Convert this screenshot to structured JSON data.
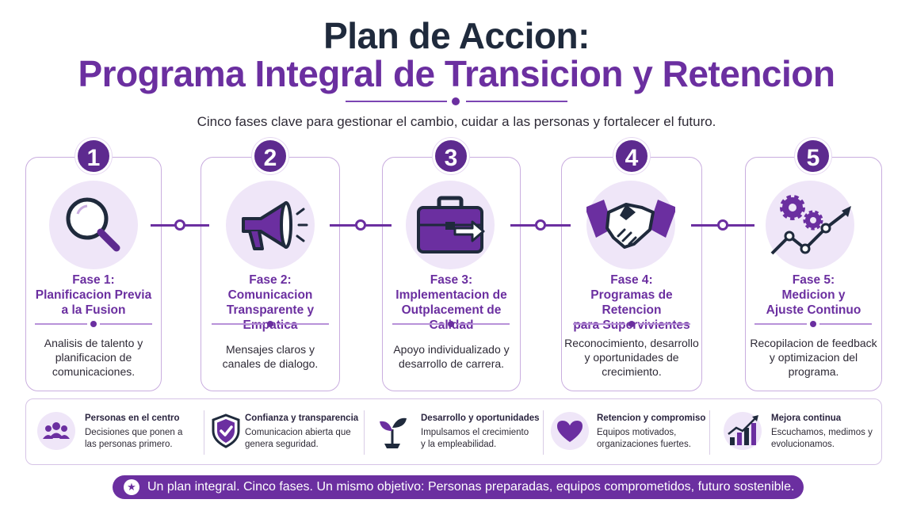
{
  "header": {
    "title_line1": "Plan de Accion:",
    "title_line2": "Programa Integral de Transicion y Retencion",
    "subtitle": "Cinco fases clave para gestionar el cambio, cuidar a las personas y fortalecer el futuro."
  },
  "phases": [
    {
      "number": "1",
      "icon": "magnifying-glass-icon",
      "title_lines": [
        "Fase 1:",
        "Planificacion Previa",
        "a la Fusion"
      ],
      "desc_lines": [
        "Analisis de talento y",
        "planificacion de",
        "comunicaciones."
      ]
    },
    {
      "number": "2",
      "icon": "megaphone-icon",
      "title_lines": [
        "Fase 2:",
        "Comunicacion",
        "Transparente y Empatica"
      ],
      "desc_lines": [
        "Mensajes claros y",
        "canales de dialogo."
      ]
    },
    {
      "number": "3",
      "icon": "briefcase-arrow-icon",
      "title_lines": [
        "Fase 3:",
        "Implementacion de",
        "Outplacement de Calidad"
      ],
      "desc_lines": [
        "Apoyo individualizado y",
        "desarrollo de carrera."
      ]
    },
    {
      "number": "4",
      "icon": "handshake-icon",
      "title_lines": [
        "Fase 4:",
        "Programas de Retencion",
        "para Supervivientes"
      ],
      "desc_lines": [
        "Reconocimiento, desarrollo",
        "y oportunidades de",
        "crecimiento."
      ]
    },
    {
      "number": "5",
      "icon": "gears-chart-icon",
      "title_lines": [
        "Fase 5:",
        "Medicion y",
        "Ajuste Continuo"
      ],
      "desc_lines": [
        "Recopilacion de feedback",
        "y optimizacion del",
        "programa."
      ]
    }
  ],
  "values": [
    {
      "icon": "people-icon",
      "title": "Personas en el centro",
      "desc_lines": [
        "Decisiones que ponen a",
        "las personas primero."
      ]
    },
    {
      "icon": "shield-check-icon",
      "title": "Confianza y transparencia",
      "desc_lines": [
        "Comunicacion abierta que",
        "genera seguridad."
      ]
    },
    {
      "icon": "sprout-icon",
      "title": "Desarrollo y oportunidades",
      "desc_lines": [
        "Impulsamos el crecimiento",
        "y la empleabilidad."
      ]
    },
    {
      "icon": "heart-icon",
      "title": "Retencion y compromiso",
      "desc_lines": [
        "Equipos motivados,",
        "organizaciones fuertes."
      ]
    },
    {
      "icon": "growth-chart-icon",
      "title": "Mejora continua",
      "desc_lines": [
        "Escuchamos, medimos y",
        "evolucionamos."
      ]
    }
  ],
  "banner": {
    "icon": "star-icon",
    "text": "Un plan integral. Cinco fases. Un mismo objetivo: Personas preparadas, equipos comprometidos, futuro sostenible."
  },
  "colors": {
    "primary": "#6b2fa0",
    "badge": "#5d2a8f",
    "navy_title": "#1f2a3c",
    "icon_bg": "#efe6f8",
    "card_border": "#c9addf"
  }
}
